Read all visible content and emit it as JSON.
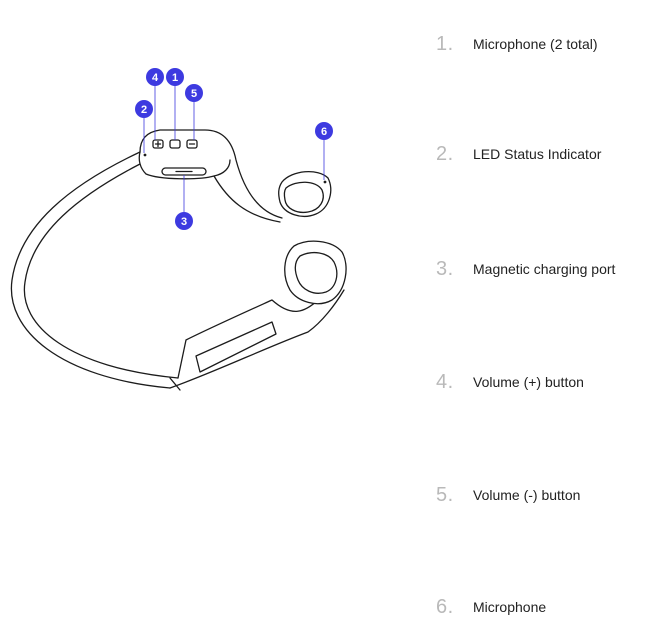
{
  "diagram": {
    "colors": {
      "badge": "#3d3ae0",
      "outline": "#1c1c1c",
      "legend_number": "#b9b9b9",
      "legend_text": "#222222"
    },
    "callouts": [
      {
        "id": "1",
        "part": "microphone"
      },
      {
        "id": "2",
        "part": "led-status-indicator"
      },
      {
        "id": "3",
        "part": "magnetic-charging-port"
      },
      {
        "id": "4",
        "part": "volume-up-button"
      },
      {
        "id": "5",
        "part": "volume-down-button"
      },
      {
        "id": "6",
        "part": "microphone"
      }
    ]
  },
  "legend": [
    {
      "number": "1.",
      "label": "Microphone (2 total)"
    },
    {
      "number": "2.",
      "label": "LED Status Indicator"
    },
    {
      "number": "3.",
      "label": "Magnetic charging port"
    },
    {
      "number": "4.",
      "label": "Volume (+) button"
    },
    {
      "number": "5.",
      "label": "Volume (-) button"
    },
    {
      "number": "6.",
      "label": "Microphone"
    }
  ]
}
